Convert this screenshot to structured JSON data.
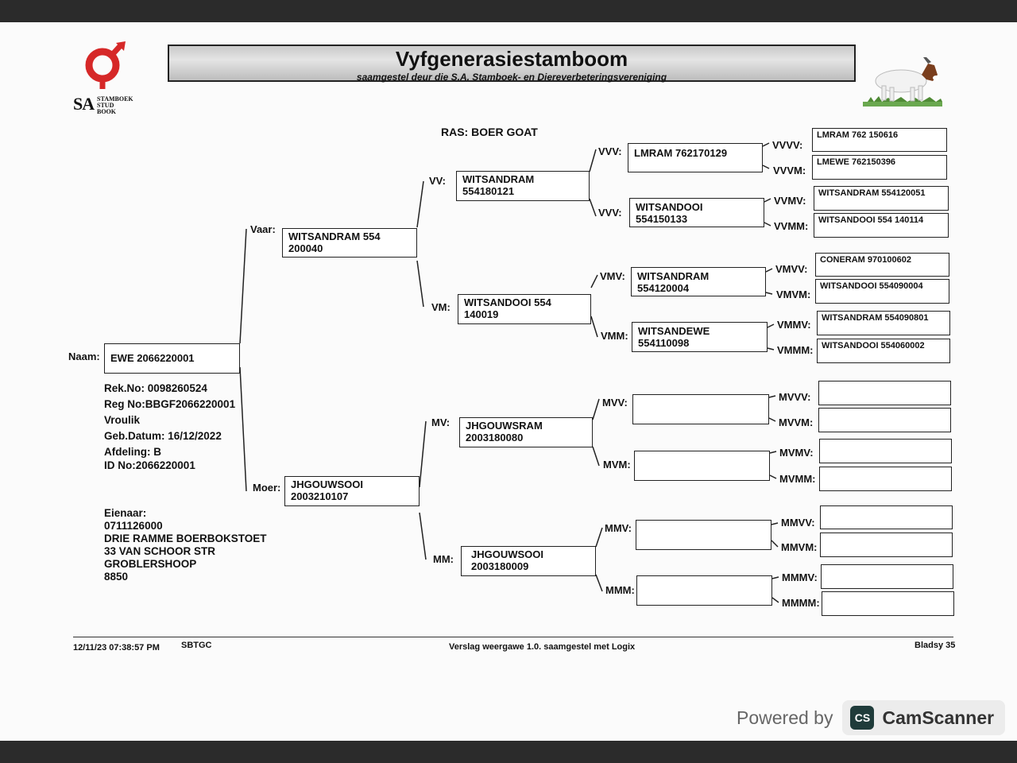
{
  "logo": {
    "sa": "SA",
    "line1": "STAMBOEK",
    "line2": "STUD BOOK"
  },
  "header": {
    "title": "Vyfgenerasiestamboom",
    "subtitle": "saamgestel deur die S.A. Stamboek- en Diereverbeteringsvereniging"
  },
  "breed": "RAS: BOER GOAT",
  "animal": {
    "label": "Naam:",
    "name": "EWE 2066220001",
    "rek": "Rek.No: 0098260524",
    "reg": "Reg No:BBGF2066220001",
    "sex": "Vroulik",
    "birth": "Geb.Datum: 16/12/2022",
    "section": "Afdeling: B",
    "id": "ID No:2066220001"
  },
  "owner": {
    "label": "Eienaar:",
    "phone": "0711126000",
    "farm": "DRIE RAMME BOERBOKSTOET",
    "street": "33 VAN SCHOOR STR",
    "town": "GROBLERSHOOP",
    "code": "8850"
  },
  "gen1": {
    "sire": {
      "label": "Vaar:",
      "l1": "WITSANDRAM 554",
      "l2": "200040"
    },
    "dam": {
      "label": "Moer:",
      "l1": "JHGOUWSOOI",
      "l2": "2003210107"
    }
  },
  "gen2": {
    "vv": {
      "label": "VV:",
      "l1": "WITSANDRAM",
      "l2": "554180121"
    },
    "vm": {
      "label": "VM:",
      "l1": "WITSANDOOI 554",
      "l2": "140019"
    },
    "mv": {
      "label": "MV:",
      "l1": "JHGOUWSRAM",
      "l2": "2003180080"
    },
    "mm": {
      "label": "MM:",
      "l1": "JHGOUWSOOI",
      "l2": "2003180009"
    }
  },
  "gen3": {
    "vvv": {
      "label": "VVV:",
      "l1": "LMRAM 762170129",
      "l2": ""
    },
    "vvm": {
      "label": "VVV:",
      "l1": "WITSANDOOI",
      "l2": "554150133"
    },
    "vmv": {
      "label": "VMV:",
      "l1": "WITSANDRAM",
      "l2": "554120004"
    },
    "vmm": {
      "label": "VMM:",
      "l1": "WITSANDEWE",
      "l2": "554110098"
    },
    "mvv": {
      "label": "MVV:",
      "l1": "",
      "l2": ""
    },
    "mvm": {
      "label": "MVM:",
      "l1": "",
      "l2": ""
    },
    "mmv": {
      "label": "MMV:",
      "l1": "",
      "l2": ""
    },
    "mmm": {
      "label": "MMM:",
      "l1": "",
      "l2": ""
    }
  },
  "gen4": {
    "vvvv": {
      "label": "VVVV:",
      "value": "LMRAM 762 150616"
    },
    "vvvm": {
      "label": "VVVM:",
      "value": "LMEWE 762150396"
    },
    "vvmv": {
      "label": "VVMV:",
      "value": "WITSANDRAM 554120051"
    },
    "vvmm": {
      "label": "VVMM:",
      "value": "WITSANDOOI 554 140114"
    },
    "vmvv": {
      "label": "VMVV:",
      "value": "CONERAM 970100602"
    },
    "vmvm": {
      "label": "VMVM:",
      "value": "WITSANDOOI 554090004"
    },
    "vmmv": {
      "label": "VMMV:",
      "value": "WITSANDRAM 554090801"
    },
    "vmmm": {
      "label": "VMMM:",
      "value": "WITSANDOOI 554060002"
    },
    "mvvv": {
      "label": "MVVV:",
      "value": ""
    },
    "mvvm": {
      "label": "MVVM:",
      "value": ""
    },
    "mvmv": {
      "label": "MVMV:",
      "value": ""
    },
    "mvmm": {
      "label": "MVMM:",
      "value": ""
    },
    "mmvv": {
      "label": "MMVV:",
      "value": ""
    },
    "mmvm": {
      "label": "MMVM:",
      "value": ""
    },
    "mmmv": {
      "label": "MMMV:",
      "value": ""
    },
    "mmmm": {
      "label": "MMMM:",
      "value": ""
    }
  },
  "footer": {
    "datetime": "12/11/23 07:38:57 PM",
    "code": "SBTGC",
    "report": "Verslag weergawe 1.0. saamgestel met Logix",
    "page": "Bladsy 35"
  },
  "watermark": {
    "powered": "Powered by",
    "badge": "CS",
    "brand": "CamScanner"
  }
}
